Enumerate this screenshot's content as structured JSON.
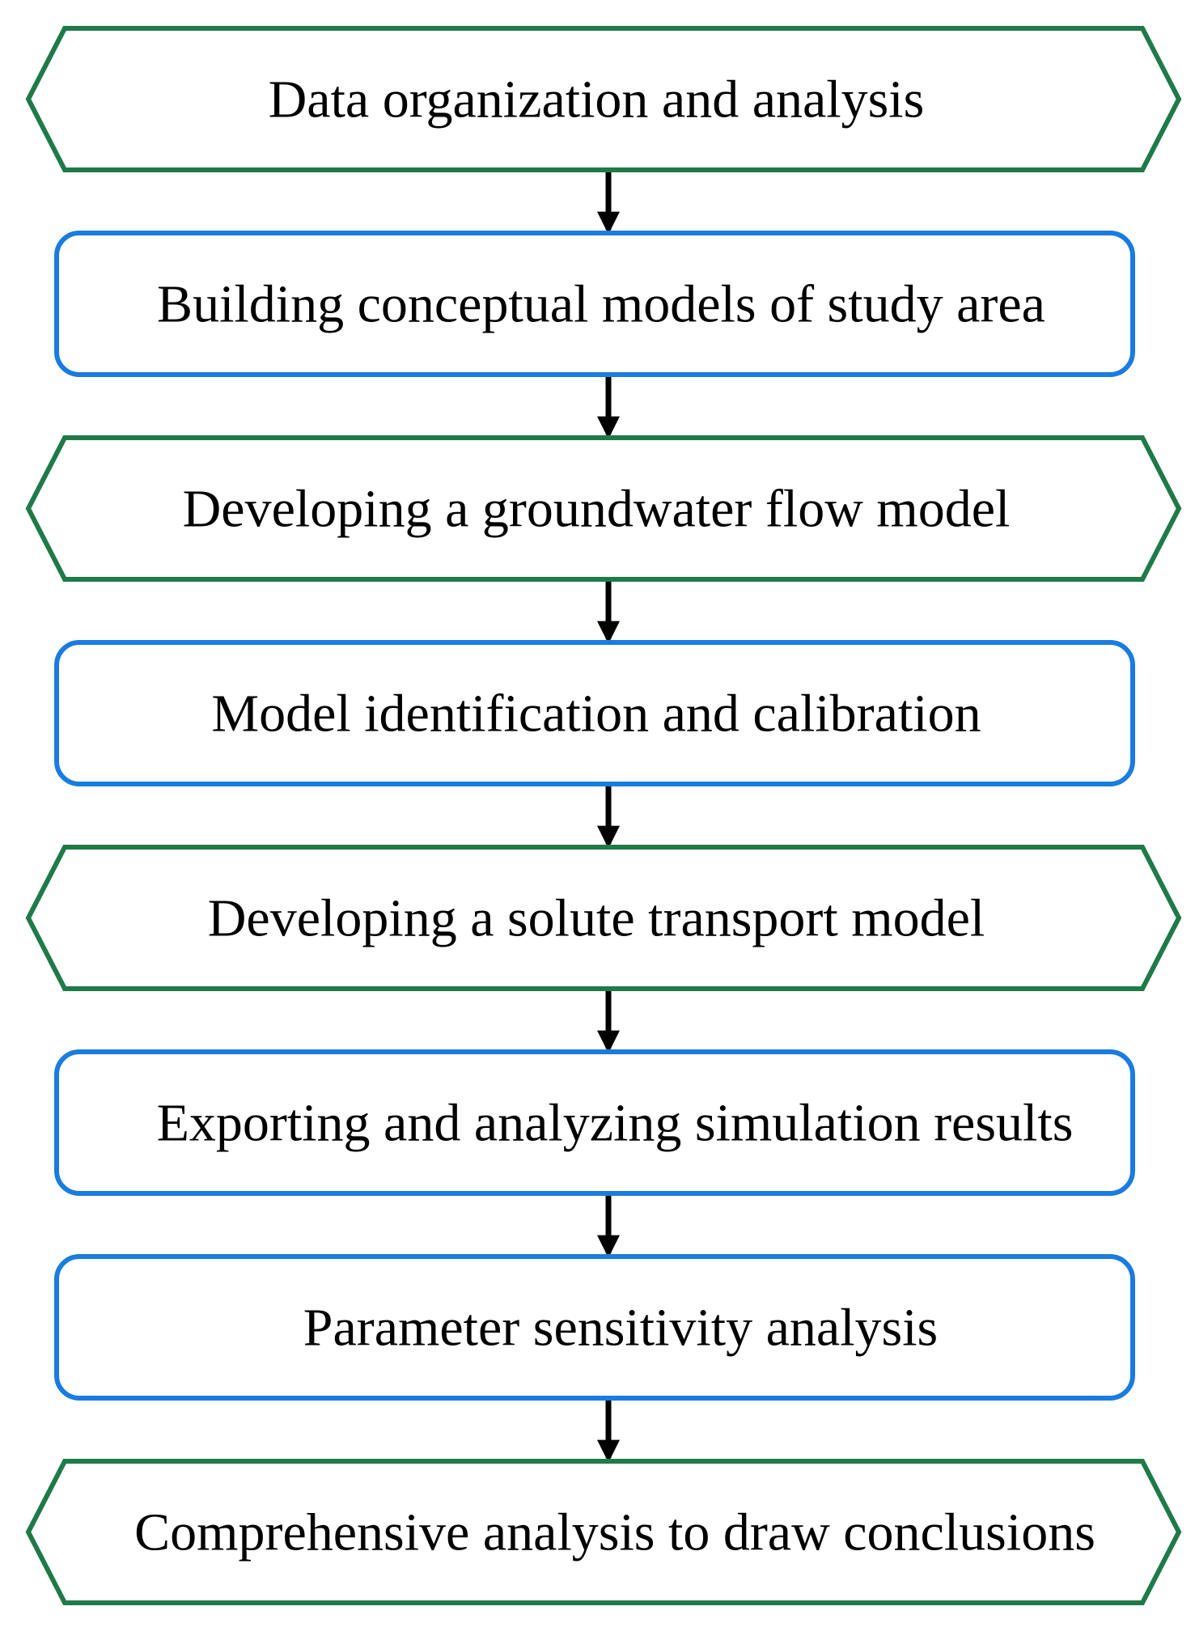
{
  "flowchart": {
    "steps": [
      {
        "label": "Data organization and analysis",
        "shape": "hexagon"
      },
      {
        "label": "Building conceptual models of study area",
        "shape": "rounded-rect"
      },
      {
        "label": "Developing a groundwater flow model",
        "shape": "hexagon"
      },
      {
        "label": "Model identification and calibration",
        "shape": "rounded-rect"
      },
      {
        "label": "Developing a solute transport model",
        "shape": "hexagon"
      },
      {
        "label": "Exporting and analyzing simulation results",
        "shape": "rounded-rect"
      },
      {
        "label": "Parameter sensitivity analysis",
        "shape": "rounded-rect"
      },
      {
        "label": "Comprehensive analysis to draw conclusions",
        "shape": "hexagon"
      }
    ]
  },
  "colors": {
    "hexagon_stroke": "#1f7a48",
    "rounded_rect_stroke": "#1a7ce0",
    "arrow": "#000000",
    "text": "#000000"
  }
}
